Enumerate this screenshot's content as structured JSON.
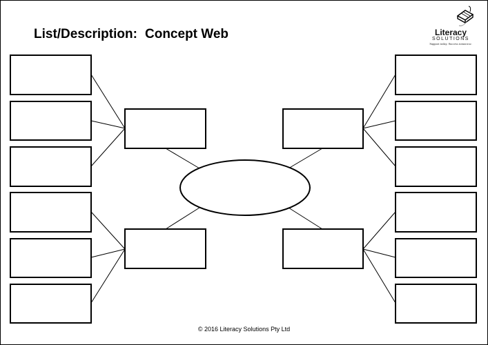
{
  "header": {
    "title_part1": "List/Description:",
    "title_part2": "Concept Web"
  },
  "logo": {
    "name": "Literacy",
    "sub": "SOLUTIONS",
    "tagline": "Support today. Success tomorrow.",
    "icon": "book-icon"
  },
  "footer": {
    "copyright": "© 2016 Literacy Solutions Pty Ltd"
  },
  "colors": {
    "ink": "#000000",
    "background": "#ffffff"
  }
}
